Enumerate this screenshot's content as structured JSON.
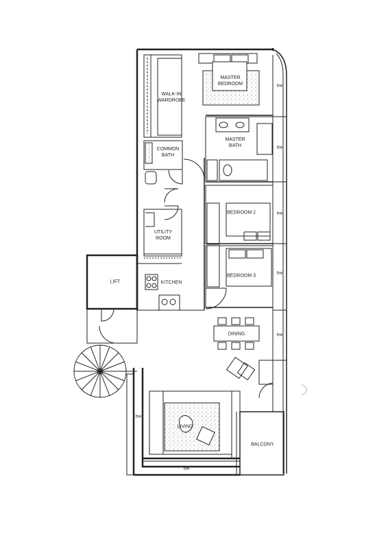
{
  "rooms": {
    "master_bedroom_1": "MASTER",
    "master_bedroom_2": "BEDROOM",
    "walkin_1": "WALK-IN",
    "walkin_2": "WARDROBE",
    "master_bath_1": "MASTER",
    "master_bath_2": "BATH",
    "common_bath_1": "COMMON",
    "common_bath_2": "BATH",
    "utility_1": "UTILITY",
    "utility_2": "ROOM",
    "bedroom2": "BEDROOM 2",
    "bedroom3": "BEDROOM 3",
    "lift": "LIFT",
    "kitchen": "KITCHEN",
    "dining": "DINING",
    "living": "LIVING",
    "balcony": "BALCONY"
  },
  "bay_window_label": "bw"
}
